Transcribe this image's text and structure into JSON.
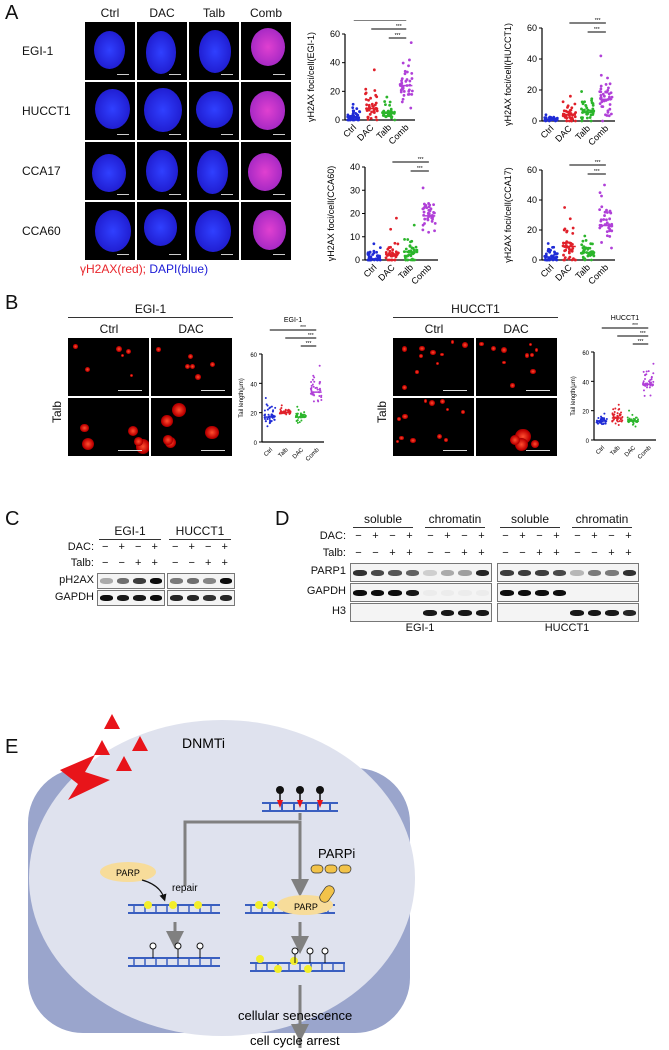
{
  "panels": {
    "a": "A",
    "b": "B",
    "c": "C",
    "d": "D",
    "e": "E"
  },
  "panel_a": {
    "columns": [
      "Ctrl",
      "DAC",
      "Talb",
      "Comb"
    ],
    "rows": [
      "EGI-1",
      "HUCCT1",
      "CCA17",
      "CCA60"
    ],
    "caption_red": "γH2AX(red);",
    "caption_blue": "DAPI(blue)",
    "colors": {
      "red": "#e8242a",
      "blue": "#1a1ad6"
    }
  },
  "chart_data": [
    {
      "type": "scatter",
      "title": "",
      "ylabel": "γH2AX foci/cell(EGI-1)",
      "ylim": [
        0,
        60
      ],
      "yticks": [
        "0",
        "20",
        "40",
        "60"
      ],
      "categories": [
        "Ctrl",
        "DAC",
        "Talb",
        "Comb"
      ],
      "means": [
        2,
        8,
        5,
        24
      ],
      "max": [
        11,
        35,
        16,
        54
      ],
      "colors": [
        "#1f2bd6",
        "#e0202a",
        "#2bb52b",
        "#b040d8"
      ],
      "significance": [
        "***",
        "***",
        "***"
      ]
    },
    {
      "type": "scatter",
      "title": "",
      "ylabel": "γH2AX foci/cell(HUCCT1)",
      "ylim": [
        0,
        60
      ],
      "yticks": [
        "0",
        "20",
        "40",
        "60"
      ],
      "categories": [
        "Ctrl",
        "DAC",
        "Talb",
        "Comb"
      ],
      "means": [
        1,
        4,
        5.5,
        14
      ],
      "max": [
        4,
        16,
        19,
        42
      ],
      "colors": [
        "#1f2bd6",
        "#e0202a",
        "#2bb52b",
        "#b040d8"
      ],
      "significance": [
        "***",
        "***",
        "***"
      ]
    },
    {
      "type": "scatter",
      "title": "",
      "ylabel": "γH2AX foci/cell(CCA60)",
      "ylim": [
        0,
        40
      ],
      "yticks": [
        "0",
        "10",
        "20",
        "30",
        "40"
      ],
      "categories": [
        "Ctrl",
        "DAC",
        "Talb",
        "Comb"
      ],
      "means": [
        0.5,
        2.5,
        3.5,
        19
      ],
      "max": [
        7,
        18,
        15,
        31
      ],
      "colors": [
        "#1f2bd6",
        "#e0202a",
        "#2bb52b",
        "#b040d8"
      ],
      "significance": [
        "***",
        "***",
        "***"
      ]
    },
    {
      "type": "scatter",
      "title": "",
      "ylabel": "γH2AX foci/cell(CCA17)",
      "ylim": [
        0,
        60
      ],
      "yticks": [
        "0",
        "20",
        "40",
        "60"
      ],
      "categories": [
        "Ctrl",
        "DAC",
        "Talb",
        "Comb"
      ],
      "means": [
        2,
        9,
        5,
        23
      ],
      "max": [
        11,
        35,
        16,
        50
      ],
      "colors": [
        "#1f2bd6",
        "#e0202a",
        "#2bb52b",
        "#b040d8"
      ],
      "significance": [
        "***",
        "***",
        "***"
      ]
    },
    {
      "type": "scatter",
      "title": "EGI-1",
      "ylabel": "Tail length(μm)",
      "ylim": [
        0,
        60
      ],
      "yticks": [
        "0",
        "20",
        "40",
        "60"
      ],
      "categories": [
        "Ctrl",
        "Talb",
        "DAC",
        "Comb"
      ],
      "means": [
        17,
        20,
        17,
        34
      ],
      "max": [
        30,
        25,
        24,
        52
      ],
      "colors": [
        "#1f2bd6",
        "#e0202a",
        "#2bb52b",
        "#b040d8"
      ],
      "significance": [
        "***",
        "***",
        "***"
      ]
    },
    {
      "type": "scatter",
      "title": "HUCCT1",
      "ylabel": "Tail length(μm)",
      "ylim": [
        0,
        60
      ],
      "yticks": [
        "0",
        "20",
        "40",
        "60"
      ],
      "categories": [
        "Ctrl",
        "Talb",
        "DAC",
        "Comb"
      ],
      "means": [
        13,
        15,
        13,
        38
      ],
      "max": [
        18,
        24,
        20,
        52
      ],
      "colors": [
        "#1f2bd6",
        "#e0202a",
        "#2bb52b",
        "#b040d8"
      ],
      "significance": [
        "***",
        "***",
        "***"
      ]
    }
  ],
  "panel_b": {
    "groups": [
      {
        "title": "EGI-1",
        "cols": [
          "Ctrl",
          "DAC"
        ],
        "row": "Talb"
      },
      {
        "title": "HUCCT1",
        "cols": [
          "Ctrl",
          "DAC"
        ],
        "row": "Talb"
      }
    ]
  },
  "panel_c": {
    "lines": [
      "EGI-1",
      "HUCCT1"
    ],
    "dac_label": "DAC:",
    "talb_label": "Talb:",
    "dac": [
      "−",
      "+",
      "−",
      "+"
    ],
    "talb": [
      "−",
      "−",
      "+",
      "+"
    ],
    "blots": [
      {
        "name": "pH2AX",
        "levels": [
          [
            0.3,
            0.55,
            0.75,
            0.95
          ],
          [
            0.5,
            0.55,
            0.45,
            0.95
          ]
        ]
      },
      {
        "name": "GAPDH",
        "levels": [
          [
            0.95,
            0.9,
            0.9,
            0.95
          ],
          [
            0.85,
            0.85,
            0.8,
            0.85
          ]
        ]
      }
    ]
  },
  "panel_d": {
    "fractions": [
      "soluble",
      "chromatin",
      "soluble",
      "chromatin"
    ],
    "dac_label": "DAC:",
    "talb_label": "Talb:",
    "dac": [
      "−",
      "+",
      "−",
      "+"
    ],
    "talb": [
      "−",
      "−",
      "+",
      "+"
    ],
    "blots": [
      {
        "name": "PARP1",
        "levels": [
          [
            0.8,
            0.7,
            0.65,
            0.6,
            0.15,
            0.3,
            0.35,
            0.85
          ],
          [
            0.75,
            0.75,
            0.75,
            0.7,
            0.25,
            0.5,
            0.5,
            0.8
          ]
        ]
      },
      {
        "name": "GAPDH",
        "levels": [
          [
            0.95,
            0.95,
            0.95,
            0.9,
            0.03,
            0.03,
            0.03,
            0.03
          ],
          [
            0.95,
            0.95,
            0.95,
            0.95,
            0,
            0,
            0,
            0
          ]
        ]
      },
      {
        "name": "H3",
        "levels": [
          [
            0,
            0,
            0,
            0,
            0.9,
            0.9,
            0.9,
            0.9
          ],
          [
            0,
            0,
            0,
            0,
            0.9,
            0.9,
            0.9,
            0.85
          ]
        ]
      }
    ],
    "lines": [
      "EGI-1",
      "HUCCT1"
    ]
  },
  "panel_e": {
    "dnmti": "DNMTi",
    "parpi": "PARPi",
    "parp": "PARP",
    "repair": "repair",
    "outcome1": "cellular senescence",
    "outcome2": "cell cycle arrest",
    "colors": {
      "cell": "#9aa5cc",
      "nucleus": "#dfe2ee",
      "dna": "#3a5fc0",
      "lesion": "#f2ee2a",
      "parp": "#f7dc9a",
      "arrow": "#808080",
      "drug": "#e8141a"
    }
  }
}
